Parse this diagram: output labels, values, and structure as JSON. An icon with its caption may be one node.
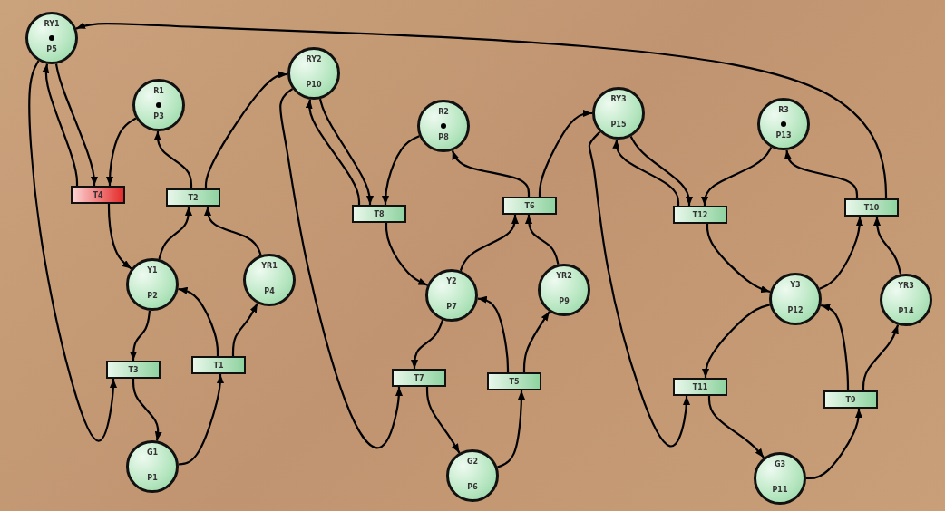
{
  "diagram": {
    "nodes": [
      {
        "text": [
          "RY1",
          "P5"
        ]
      },
      {
        "text": [
          "RY2",
          "P10"
        ]
      },
      {
        "text": [
          "R1",
          "P3"
        ]
      },
      {
        "text": [
          "T4"
        ]
      },
      {
        "text": [
          "T2"
        ]
      },
      {
        "text": [
          "Y1",
          "P2"
        ]
      },
      {
        "text": [
          "YR1",
          "P4"
        ]
      },
      {
        "text": [
          "T3"
        ]
      },
      {
        "text": [
          "T1"
        ]
      },
      {
        "text": [
          "G1",
          "P1"
        ]
      },
      {
        "text": [
          "R2",
          "P8"
        ]
      },
      {
        "text": [
          "T8"
        ]
      },
      {
        "text": [
          "T6"
        ]
      },
      {
        "text": [
          "Y2",
          "P7"
        ]
      },
      {
        "text": [
          "YR2",
          "P9"
        ]
      },
      {
        "text": [
          "T7"
        ]
      },
      {
        "text": [
          "T5"
        ]
      },
      {
        "text": [
          "G2",
          "P6"
        ]
      },
      {
        "text": [
          "RY3",
          "P15"
        ]
      },
      {
        "text": [
          "R3",
          "P13"
        ]
      },
      {
        "text": [
          "T12"
        ]
      },
      {
        "text": [
          "T10"
        ]
      },
      {
        "text": [
          "Y3",
          "P12"
        ]
      },
      {
        "text": [
          "YR3",
          "P14"
        ]
      },
      {
        "text": [
          "T11"
        ]
      },
      {
        "text": [
          "T9"
        ]
      },
      {
        "text": [
          "G3",
          "P11"
        ]
      }
    ],
    "edges": [
      {
        "from": 0,
        "to": 3,
        "arrow": "to"
      },
      {
        "from": 3,
        "to": 0,
        "arrow": "to"
      },
      {
        "from": 2,
        "to": 3,
        "arrow": "to"
      },
      {
        "from": 3,
        "to": 5,
        "arrow": "to"
      },
      {
        "from": 5,
        "to": 4,
        "arrow": "to"
      },
      {
        "from": 6,
        "to": 4,
        "arrow": "to"
      },
      {
        "from": 4,
        "to": 2,
        "arrow": "to"
      },
      {
        "from": 4,
        "to": 1,
        "arrow": "to"
      },
      {
        "from": 5,
        "to": 7,
        "arrow": "to"
      },
      {
        "from": 7,
        "to": 9,
        "arrow": "to"
      },
      {
        "from": 0,
        "to": 7,
        "arrow": "to"
      },
      {
        "from": 9,
        "to": 8,
        "arrow": "to"
      },
      {
        "from": 8,
        "to": 5,
        "arrow": "to"
      },
      {
        "from": 8,
        "to": 6,
        "arrow": "to"
      },
      {
        "from": 1,
        "to": 11,
        "arrow": "to"
      },
      {
        "from": 11,
        "to": 1,
        "arrow": "to"
      },
      {
        "from": 10,
        "to": 11,
        "arrow": "to"
      },
      {
        "from": 11,
        "to": 13,
        "arrow": "to"
      },
      {
        "from": 13,
        "to": 12,
        "arrow": "to"
      },
      {
        "from": 14,
        "to": 12,
        "arrow": "to"
      },
      {
        "from": 12,
        "to": 10,
        "arrow": "to"
      },
      {
        "from": 12,
        "to": 18,
        "arrow": "to"
      },
      {
        "from": 13,
        "to": 15,
        "arrow": "to"
      },
      {
        "from": 15,
        "to": 17,
        "arrow": "to"
      },
      {
        "from": 1,
        "to": 15,
        "arrow": "to"
      },
      {
        "from": 17,
        "to": 16,
        "arrow": "to"
      },
      {
        "from": 16,
        "to": 13,
        "arrow": "to"
      },
      {
        "from": 16,
        "to": 14,
        "arrow": "to"
      },
      {
        "from": 18,
        "to": 20,
        "arrow": "to"
      },
      {
        "from": 20,
        "to": 18,
        "arrow": "to"
      },
      {
        "from": 19,
        "to": 20,
        "arrow": "to"
      },
      {
        "from": 20,
        "to": 22,
        "arrow": "to"
      },
      {
        "from": 22,
        "to": 21,
        "arrow": "to"
      },
      {
        "from": 23,
        "to": 21,
        "arrow": "to"
      },
      {
        "from": 21,
        "to": 19,
        "arrow": "to"
      },
      {
        "from": 21,
        "to": 0,
        "arrow": "to"
      },
      {
        "from": 22,
        "to": 24,
        "arrow": "to"
      },
      {
        "from": 24,
        "to": 26,
        "arrow": "to"
      },
      {
        "from": 18,
        "to": 24,
        "arrow": "to"
      },
      {
        "from": 26,
        "to": 25,
        "arrow": "to"
      },
      {
        "from": 25,
        "to": 22,
        "arrow": "to"
      },
      {
        "from": 25,
        "to": 23,
        "arrow": "to"
      }
    ]
  }
}
